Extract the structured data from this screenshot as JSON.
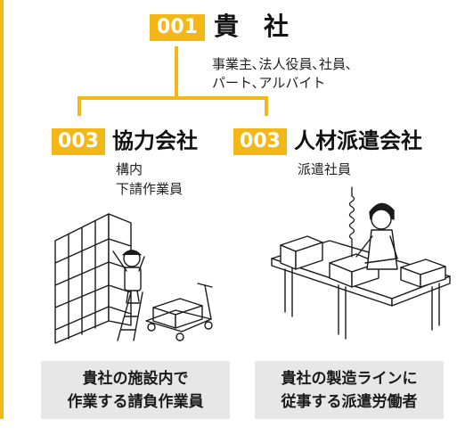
{
  "colors": {
    "accent": "#f3b817",
    "caption_bg": "#e7e7e7",
    "text": "#1a1a1a"
  },
  "top": {
    "badge": "001",
    "title": "貴　社",
    "desc_line1": "事業主､法人役員､社員､",
    "desc_line2": "パート､アルバイト"
  },
  "left": {
    "badge": "003",
    "title": "協力会社",
    "sub_line1": "構内",
    "sub_line2": "下請作業員",
    "caption_line1": "貴社の施設内で",
    "caption_line2": "作業する請負作業員"
  },
  "right": {
    "badge": "003",
    "title": "人材派遣会社",
    "sub_line1": "派遣社員",
    "caption_line1": "貴社の製造ラインに",
    "caption_line2": "従事する派遣労働者"
  }
}
